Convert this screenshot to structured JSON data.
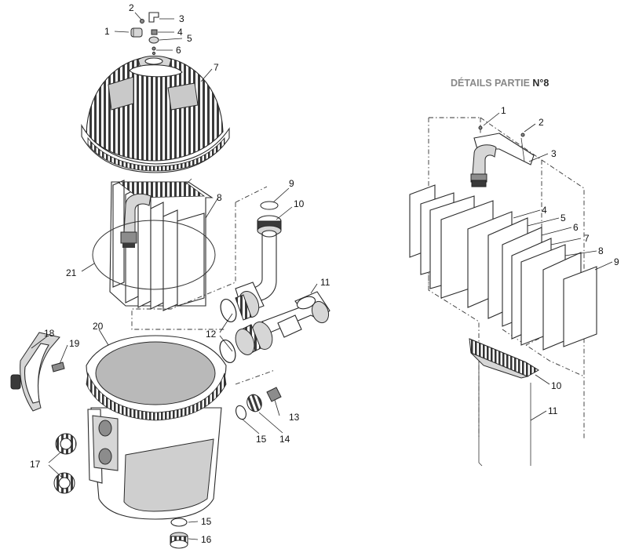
{
  "detail_title": {
    "prefix": "DÉTAILS PARTIE ",
    "part": "N°8"
  },
  "main_callouts": [
    "1",
    "2",
    "3",
    "4",
    "5",
    "6",
    "7",
    "8",
    "9",
    "10",
    "11",
    "12",
    "13",
    "14",
    "15",
    "16",
    "17",
    "18",
    "19",
    "20",
    "21",
    "15"
  ],
  "detail_callouts": [
    "1",
    "2",
    "3",
    "4",
    "5",
    "6",
    "7",
    "8",
    "9",
    "10",
    "11"
  ]
}
